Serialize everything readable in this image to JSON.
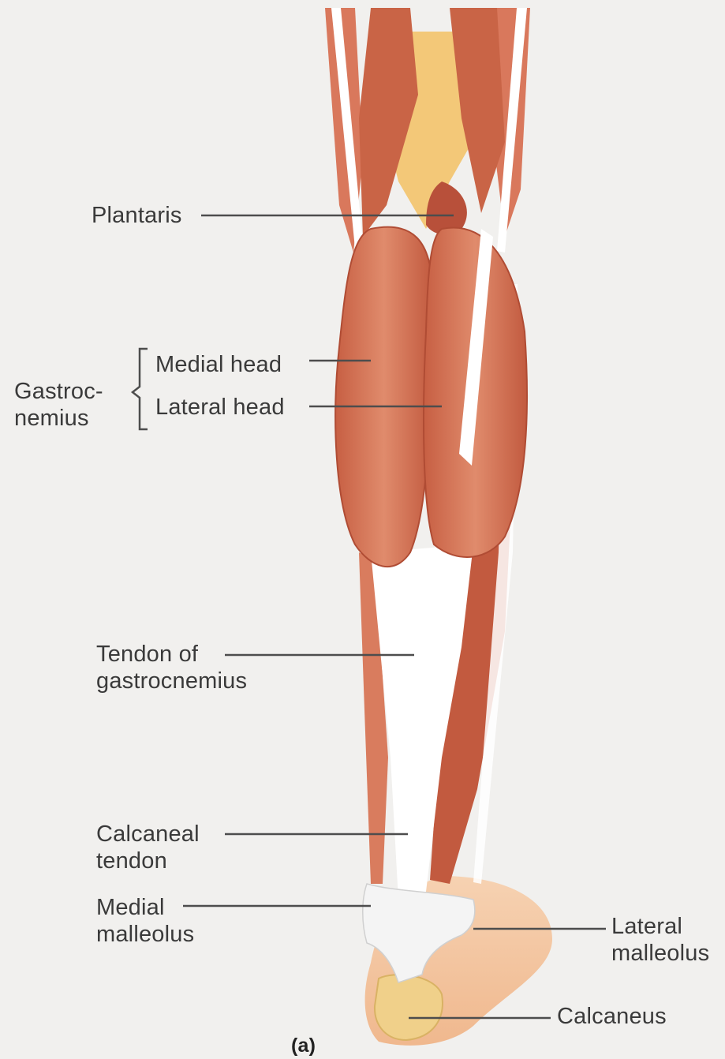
{
  "figure": {
    "caption": "(a)",
    "labels": {
      "plantaris": "Plantaris",
      "gastrocnemius": [
        "Gastroc-",
        "nemius"
      ],
      "medial_head": "Medial head",
      "lateral_head": "Lateral head",
      "tendon_of_gastrocnemius": [
        "Tendon of",
        "gastrocnemius"
      ],
      "calcaneal_tendon": [
        "Calcaneal",
        "tendon"
      ],
      "medial_malleolus": [
        "Medial",
        "malleolus"
      ],
      "lateral_malleolus": [
        "Lateral",
        "malleolus"
      ],
      "calcaneus": "Calcaneus"
    }
  },
  "colors": {
    "background": "#f1f0ee",
    "muscle": "#d9785c",
    "muscle_dark": "#b8503a",
    "tendon": "#ffffff",
    "fat": "#f3c878",
    "skin": "#f3c8a4",
    "leader_line": "#555555"
  }
}
